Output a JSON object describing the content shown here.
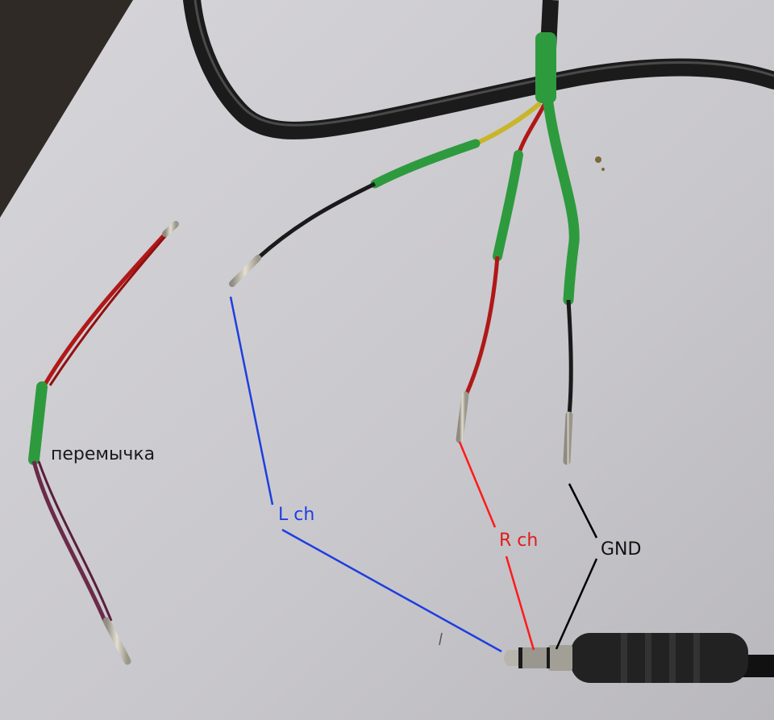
{
  "labels": {
    "jumper": "перемычка",
    "left_channel": "L ch",
    "right_channel": "R ch",
    "ground": "GND"
  },
  "colors": {
    "background": "#c9c8cc",
    "left_channel_line": "#1f3ee0",
    "right_channel_line": "#ff1a1a",
    "ground_line": "#000000",
    "heat_shrink": "#2e9a3e",
    "cable_black": "#1b1b1b",
    "wire_red": "#b01818",
    "wire_purple": "#6b2a4a",
    "pin_metal": "#c8c3b4",
    "jack_plug": "#222222",
    "jack_pin": "#9a978f"
  }
}
